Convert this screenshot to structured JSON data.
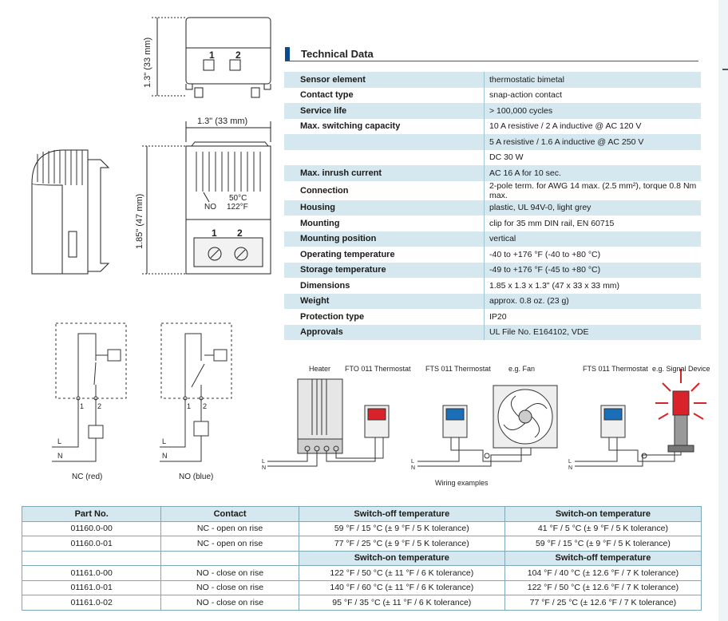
{
  "drawing": {
    "dim_top_height": "1.3\" (33 mm)",
    "dim_width": "1.3\" (33 mm)",
    "dim_front_height": "1.85\" (47 mm)",
    "terminal_1": "1",
    "terminal_2": "2",
    "temp_c": "50°C",
    "temp_f": "122°F",
    "contact_code": "NO"
  },
  "circuits": {
    "nc": {
      "t1": "1",
      "t2": "2",
      "l": "L",
      "n": "N",
      "caption": "NC (red)"
    },
    "no": {
      "t1": "1",
      "t2": "2",
      "l": "L",
      "n": "N",
      "caption": "NO (blue)"
    }
  },
  "wiring": {
    "heater": "Heater",
    "fto_thermostat": "FTO 011 Thermostat",
    "fts_thermostat_1": "FTS 011 Thermostat",
    "fan": "e.g. Fan",
    "fts_thermostat_2": "FTS 011 Thermostat",
    "signal_device": "e.g. Signal Device",
    "caption": "Wiring examples",
    "l": "L",
    "n": "N"
  },
  "technical_data": {
    "title": "Technical Data",
    "rows": [
      {
        "key": "Sensor element",
        "value": "thermostatic bimetal"
      },
      {
        "key": "Contact type",
        "value": "snap-action contact"
      },
      {
        "key": "Service life",
        "value": "> 100,000 cycles"
      },
      {
        "key": "Max. switching capacity",
        "value": "10 A resistive / 2 A inductive @ AC 120 V"
      },
      {
        "key": "",
        "value": "5 A resistive / 1.6 A inductive @ AC 250 V"
      },
      {
        "key": "",
        "value": "DC 30 W"
      },
      {
        "key": "Max. inrush current",
        "value": "AC 16 A for 10 sec."
      },
      {
        "key": "Connection",
        "value": "2-pole term. for AWG 14 max. (2.5 mm²), torque 0.8 Nm max."
      },
      {
        "key": "Housing",
        "value": "plastic, UL 94V-0, light grey"
      },
      {
        "key": "Mounting",
        "value": "clip for 35 mm DIN rail, EN 60715"
      },
      {
        "key": "Mounting position",
        "value": "vertical"
      },
      {
        "key": "Operating temperature",
        "value": "-40 to +176 °F (-40 to +80 °C)"
      },
      {
        "key": "Storage temperature",
        "value": "-49 to +176 °F (-45 to +80 °C)"
      },
      {
        "key": "Dimensions",
        "value": "1.85 x 1.3 x 1.3\" (47 x 33 x 33 mm)"
      },
      {
        "key": "Weight",
        "value": "approx. 0.8 oz. (23 g)"
      },
      {
        "key": "Protection type",
        "value": "IP20"
      },
      {
        "key": "Approvals",
        "value": "UL File No. E164102, VDE"
      }
    ]
  },
  "parts_table": {
    "headers": [
      "Part No.",
      "Contact",
      "Switch-off temperature",
      "Switch-on temperature"
    ],
    "subheaders": [
      "Switch-on temperature",
      "Switch-off temperature"
    ],
    "rows_a": [
      [
        "01160.0-00",
        "NC - open on rise",
        "59 °F / 15 °C  (± 9 °F / 5 K tolerance)",
        "41 °F / 5 °C  (± 9 °F / 5 K tolerance)"
      ],
      [
        "01160.0-01",
        "NC - open on rise",
        "77 °F / 25 °C  (± 9 °F / 5 K tolerance)",
        "59 °F / 15 °C  (± 9 °F / 5 K tolerance)"
      ]
    ],
    "rows_b": [
      [
        "01161.0-00",
        "NO - close on rise",
        "122 °F / 50 °C  (± 11 °F / 6 K tolerance)",
        "104 °F / 40 °C  (± 12.6 °F / 7 K tolerance)"
      ],
      [
        "01161.0-01",
        "NO - close on rise",
        "140 °F / 60 °C  (± 11 °F / 6 K tolerance)",
        "122 °F / 50 °C  (± 12.6 °F / 7 K tolerance)"
      ],
      [
        "01161.0-02",
        "NO - close on rise",
        "95 °F / 35 °C  (± 11 °F / 6 K tolerance)",
        "77 °F / 25 °C  (± 12.6 °F / 7 K tolerance)"
      ]
    ]
  },
  "colors": {
    "accent": "#0a4a8e",
    "row_shade": "#d5e8ef",
    "red_terminal": "#d8232a",
    "blue_terminal": "#1b6fb8"
  }
}
